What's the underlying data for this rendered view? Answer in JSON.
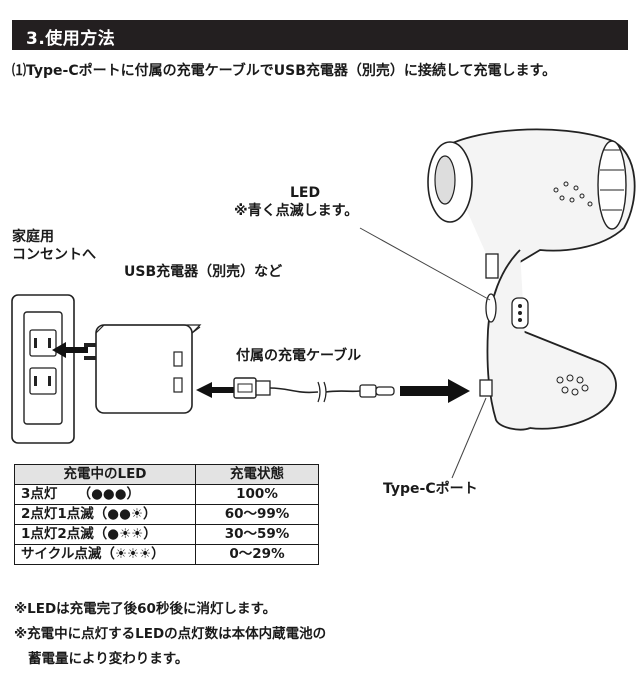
{
  "header": {
    "title": "3.使用方法"
  },
  "step": {
    "text": "⑴Type-Cポートに付属の充電ケーブルでUSB充電器（別売）に接続して充電します。"
  },
  "labels": {
    "outlet_line1": "家庭用",
    "outlet_line2": "コンセントへ",
    "charger": "USB充電器（別売）など",
    "led_line1": "LED",
    "led_line2": "※青く点滅します。",
    "cable": "付属の充電ケーブル",
    "port": "Type-Cポート"
  },
  "table": {
    "headers": [
      "充電中のLED",
      "充電状態"
    ],
    "rows": [
      [
        "3点灯　　（●●●）",
        "100%"
      ],
      [
        "2点灯1点滅（●●☀）",
        "60～99%"
      ],
      [
        "1点灯2点滅（●☀☀）",
        "30～59%"
      ],
      [
        "サイクル点滅（☀☀☀）",
        "0～29%"
      ]
    ]
  },
  "notes": [
    "※LEDは充電完了後60秒後に消灯します。",
    "※充電中に点灯するLEDの点灯数は本体内蔵電池の",
    "蓄電量により変わります。"
  ]
}
